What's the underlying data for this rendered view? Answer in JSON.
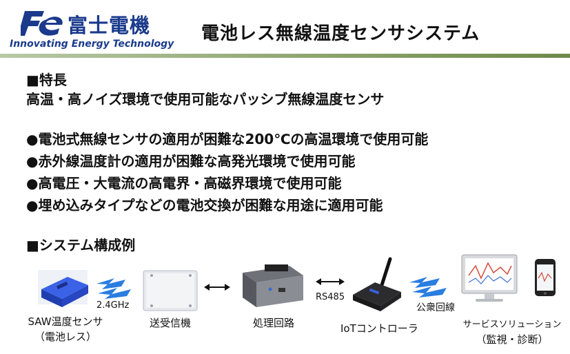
{
  "header": {
    "company_name": "富士電機",
    "tagline": "Innovating Energy Technology",
    "title": "電池レス無線温度センサシステム",
    "brand_color": "#1a3a8c"
  },
  "features": {
    "heading": "■特長",
    "summary": "高温・高ノイズ環境で使用可能なパッシブ無線温度センサ",
    "bullets": [
      "●電池式無線センサの適用が困難な200℃の高温環境で使用可能",
      "●赤外線温度計の適用が困難な高発光環境で使用可能",
      "●高電圧・大電流の高電界・高磁界環境で使用可能",
      "●埋め込みタイプなどの電池交換が困難な用途に適用可能"
    ]
  },
  "system": {
    "heading": "■システム構成例",
    "components": {
      "sensor": {
        "label": "SAW温度センサ",
        "sublabel": "（電池レス）"
      },
      "transceiver": {
        "label": "送受信機"
      },
      "processor": {
        "label": "処理回路"
      },
      "controller": {
        "label": "IoTコントローラ"
      },
      "service": {
        "label": "サービスソリューション",
        "sublabel": "（監視・診断）"
      }
    },
    "links": {
      "wireless": "2.4GHz",
      "serial": "RS485",
      "network": "公衆回線"
    },
    "colors": {
      "sensor_blue": "#2d4fd0",
      "wave_blue": "#2a7de1"
    }
  }
}
